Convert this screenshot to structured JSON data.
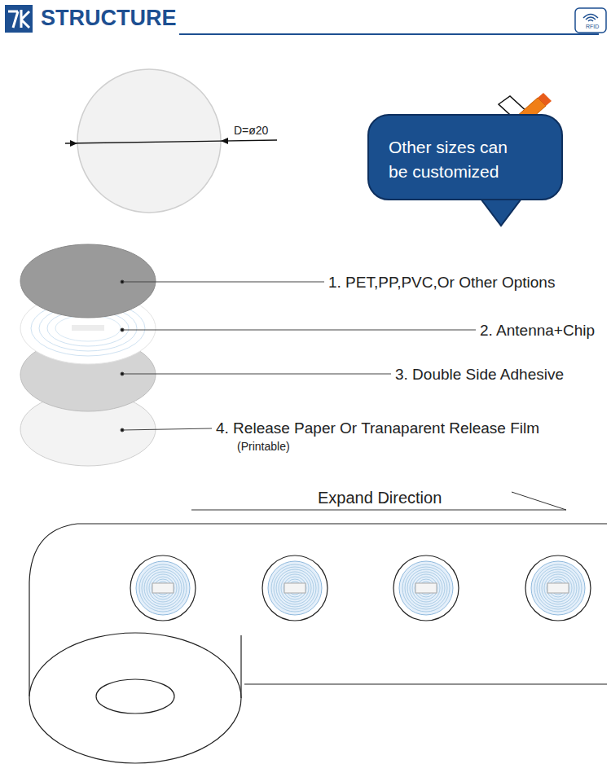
{
  "diagram": {
    "title": "STRUCTURE",
    "nodes": [
      {
        "text": [
          "Other sizes can be customized"
        ]
      }
    ],
    "labels": [
      "RFID",
      "D=ø20",
      "1. PET,PP,PVC,Or Other Options",
      "2. Antenna+Chip",
      "3. Double Side Adhesive",
      "4. Release Paper Or Tranaparent Release Film",
      "(Printable)",
      "Expand Direction"
    ]
  }
}
